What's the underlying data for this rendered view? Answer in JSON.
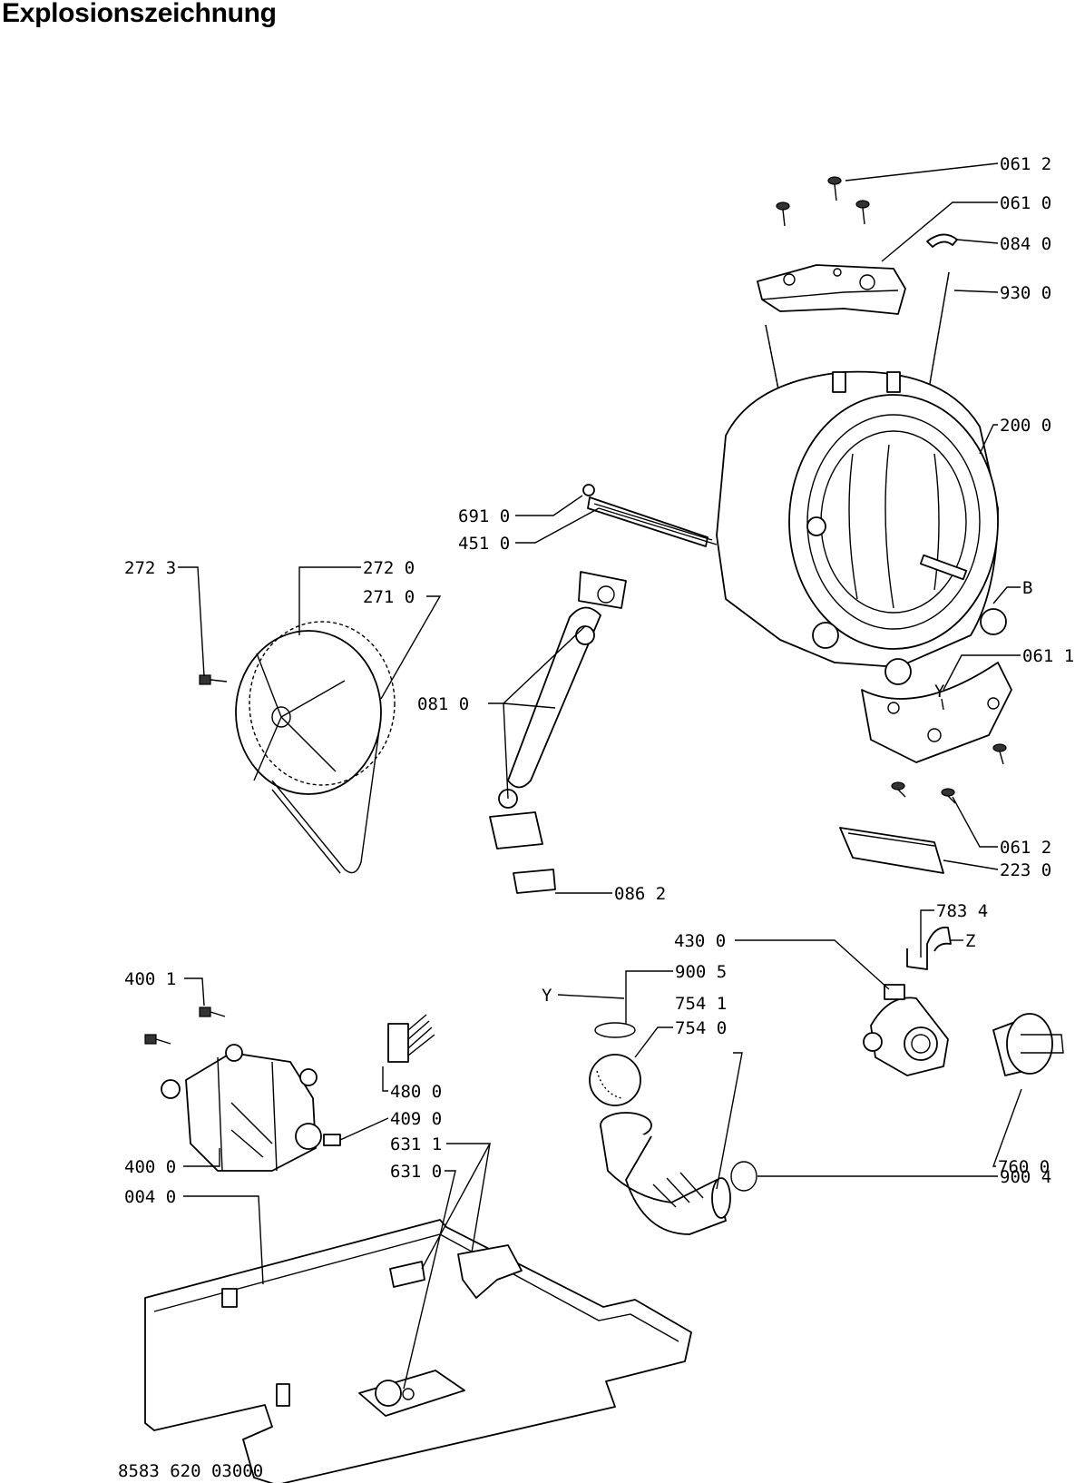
{
  "title": "Explosionszeichnung",
  "document_number": "8583 620 03000",
  "callouts": [
    {
      "id": "c-061-2-top",
      "text": "061 2"
    },
    {
      "id": "c-061-0",
      "text": "061 0"
    },
    {
      "id": "c-084-0",
      "text": "084 0"
    },
    {
      "id": "c-930-0",
      "text": "930 0"
    },
    {
      "id": "c-200-0",
      "text": "200 0"
    },
    {
      "id": "c-691-0",
      "text": "691 0"
    },
    {
      "id": "c-451-0",
      "text": "451 0"
    },
    {
      "id": "c-272-3",
      "text": "272 3"
    },
    {
      "id": "c-272-0",
      "text": "272 0"
    },
    {
      "id": "c-271-0",
      "text": "271 0"
    },
    {
      "id": "c-b",
      "text": "B"
    },
    {
      "id": "c-061-1",
      "text": "061 1"
    },
    {
      "id": "c-y-tub",
      "text": "Y"
    },
    {
      "id": "c-081-0",
      "text": "081 0"
    },
    {
      "id": "c-061-2-bottom",
      "text": "061 2"
    },
    {
      "id": "c-223-0",
      "text": "223 0"
    },
    {
      "id": "c-086-2",
      "text": "086 2"
    },
    {
      "id": "c-783-4",
      "text": "783 4"
    },
    {
      "id": "c-430-0",
      "text": "430 0"
    },
    {
      "id": "c-z",
      "text": "Z"
    },
    {
      "id": "c-400-1",
      "text": "400 1"
    },
    {
      "id": "c-900-5",
      "text": "900 5"
    },
    {
      "id": "c-y-ring",
      "text": "Y"
    },
    {
      "id": "c-754-1",
      "text": "754 1"
    },
    {
      "id": "c-754-0",
      "text": "754 0"
    },
    {
      "id": "c-480-0",
      "text": "480 0"
    },
    {
      "id": "c-409-0",
      "text": "409 0"
    },
    {
      "id": "c-400-0",
      "text": "400 0"
    },
    {
      "id": "c-631-1",
      "text": "631 1"
    },
    {
      "id": "c-631-0",
      "text": "631 0"
    },
    {
      "id": "c-760-0",
      "text": "760 0"
    },
    {
      "id": "c-900-4",
      "text": "900 4"
    },
    {
      "id": "c-004-0",
      "text": "004 0"
    }
  ]
}
